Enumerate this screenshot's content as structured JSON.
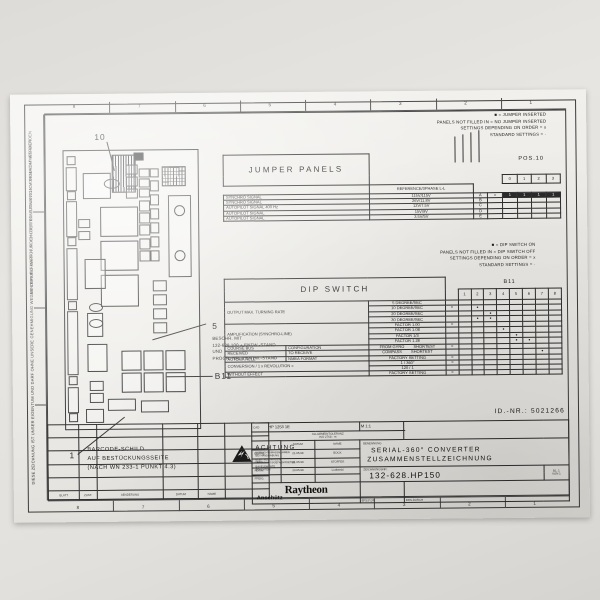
{
  "document": {
    "type": "engineering-assembly-drawing",
    "id_number": "ID.-NR.: 5021266"
  },
  "frame": {
    "top_ticks": [
      "8",
      "7",
      "6",
      "5",
      "4",
      "3",
      "2",
      "1"
    ],
    "bottom_ticks": [
      "8",
      "7",
      "6",
      "5",
      "4",
      "3",
      "2",
      "1"
    ],
    "left_ticks": [
      "D",
      "C",
      "B",
      "A"
    ],
    "vertical_note_upper": "AENDERUNG DARF NUR VON DER KONSTRUKTION VORGENOMMEN WERDEN",
    "vertical_note_lower": "DIESE ZEICHNUNG IST UNSER EIGENTUM UND DARF OHNE UNSERE GENEHMIGUNG WEDER VERVIELFAELTIGT NOCH DRITTEN ZUGAENGLICH GEMACHT WERDEN"
  },
  "pcb": {
    "callout_10": "10",
    "callout_5": "5",
    "callout_b11": "B11",
    "callout_1": "1",
    "label_5_note": [
      "BESCHR. MIT",
      "132-628.100 + ENTW.-STAND",
      "UND",
      "PROGR.-NR. + ENTW.-STAND"
    ]
  },
  "jumper_notes": {
    "lines": [
      "■ = JUMPER INSERTED",
      "PANELS NOT FILLED IN = NO JUMPER INSERTED",
      "SETTINGS DEPENDING ON ORDER = x",
      "STANDARD SETTINGS = ·"
    ]
  },
  "jumper_table": {
    "title": "JUMPER PANELS",
    "pos_label": "POS.10",
    "ref_header": "REFERENCE/3PHASE  L-L",
    "col_headers": [
      "0",
      "1",
      "2",
      "3"
    ],
    "rows": [
      {
        "name": "SYNCHRO SIGNAL",
        "ref": "115V/115V",
        "key": "A",
        "mark": "=",
        "cells": [
          "1",
          "1",
          "1",
          "1"
        ]
      },
      {
        "name": "SYNCHRO SIGNAL",
        "ref": "26V/11.8V",
        "key": "B",
        "mark": "",
        "cells": [
          "",
          "",
          "",
          ""
        ]
      },
      {
        "name": "AUTOPILOT SIGNAL  400 Hz",
        "ref": "12V/7.5V",
        "key": "C",
        "mark": "",
        "cells": [
          "",
          "",
          "",
          ""
        ]
      },
      {
        "name": "AUTOPILOT SIGNAL",
        "ref": "15V/9V",
        "key": "D",
        "mark": "",
        "cells": [
          "",
          "",
          "",
          ""
        ]
      },
      {
        "name": "AUTOPILOT SIGNAL",
        "ref": "3.5V/5V",
        "key": "E",
        "mark": "",
        "cells": [
          "",
          "",
          "",
          ""
        ]
      }
    ]
  },
  "dip_notes": {
    "lines": [
      "■ = DIP SWITCH ON",
      "PANELS NOT FILLED IN = DIP SWITCH OFF",
      "SETTINGS DEPENDING ON ORDER = x",
      "STANDARD SETTINGS = ·"
    ]
  },
  "dip_table": {
    "title": "DIP SWITCH",
    "block_label": "B11",
    "col_headers": [
      "1",
      "2",
      "3",
      "4",
      "5",
      "6",
      "7",
      "8"
    ],
    "groups": [
      {
        "label": "OUTPUT MAX. TURNING RATE",
        "rows": [
          {
            "value": "5 DEGREE/SEC",
            "mark": "",
            "dots": []
          },
          {
            "value": "10 DEGREE/SEC",
            "mark": "=",
            "dots": [
              2
            ]
          },
          {
            "value": "20 DEGREE/SEC",
            "mark": "",
            "dots": [
              3
            ]
          },
          {
            "value": "30 DEGREE/SEC",
            "mark": "",
            "dots": [
              2,
              3
            ]
          }
        ]
      },
      {
        "label": "AMPLIFICATION (SYNCHRO-LINE)",
        "rows": [
          {
            "value": "FACTOR 1.00",
            "mark": "=",
            "dots": []
          },
          {
            "value": "FACTOR 1.08",
            "mark": "",
            "dots": [
              4
            ]
          },
          {
            "value": "FACTOR 1/3",
            "mark": "",
            "dots": [
              5
            ]
          },
          {
            "value": "FACTOR 1.28",
            "mark": "",
            "dots": [
              5,
              6
            ]
          }
        ]
      },
      {
        "label": "COURSE BUS",
        "label2": "CONFIGURATION",
        "rows": [
          {
            "col1": "COURSE BUS",
            "col2": "CONFIGURATION",
            "sub1": "FROM GYRO",
            "sub2": "SHORTEST",
            "mark": "=",
            "dots": []
          },
          {
            "col1": "RECEIVED",
            "col2": "TO RECEIVE",
            "sub1": "COMPASS",
            "sub2": "SHORTEST",
            "mark": "",
            "dots": [
              7
            ]
          },
          {
            "col1": "AUTOMATICLE",
            "col2": "NMEA FORMAT",
            "sub1": "FACTORY SETTING",
            "sub2": "",
            "mark": "=",
            "dots": []
          }
        ]
      },
      {
        "label": "CONVERSION /    1 x REVOLUTION =",
        "rows": [
          {
            "value": "1  /  360°",
            "mark": "=",
            "dots": []
          },
          {
            "value": "120  /  1",
            "mark": "",
            "dots": []
          }
        ]
      },
      {
        "label": "WITHOUT EFFECT",
        "rows": [
          {
            "value": "FACTORY SETTING",
            "mark": "=",
            "dots": []
          }
        ]
      }
    ]
  },
  "barcode_note": {
    "lines": [
      "BARCODE-SCHILD",
      "AUF BESTÜCKUNGSSEITE",
      "(NACH WN 233-1 PUNKT 4.3)"
    ]
  },
  "achtung": {
    "title": "ACHTUNG",
    "body": [
      "VORSICHTSMASSNAHMEN",
      "BEI HANDHABUNG",
      "ELEKTROSTATISCH",
      "ENTLADUNGSGEFAEHRDETER",
      "BAUELEMENTE",
      "BEACHTEN!"
    ]
  },
  "title_block": {
    "cad_label": "CAD",
    "cad_value": "HP 1253 1E",
    "scale_label": "M 1:1",
    "tolerance_label": "ALLGEMEINTOLERANZ",
    "tolerance_value": "ISO 2768 - m",
    "col_date": "DATUM",
    "col_name": "NAME",
    "rows": [
      {
        "role": "BEARB.",
        "date": "21.05.98",
        "name": "BOCK"
      },
      {
        "role": "GEPR.",
        "date": "21.05.98",
        "name": "STOFFER"
      },
      {
        "role": "NORM",
        "date": "20.05.98",
        "name": "Ludowski"
      },
      {
        "role": "FREIG.",
        "date": "",
        "name": ""
      }
    ],
    "brand": "Raytheon",
    "brand_sub": "Anschütz",
    "benennung_label": "BENENNUNG",
    "benennung_line1": "SERIAL-360° CONVERTER",
    "benennung_line2": "ZUSAMMENSTELLZEICHNUNG",
    "zeichnungsnr_label": "ZEICHNUNGSNR.",
    "zeichnungsnr": "132-628.HP150",
    "ersatz_fuer": "ERS.F.ÜR",
    "ers_durch": "ERS.DURCH",
    "blatt_label": "BL. 1",
    "von_label": "VON 1",
    "rev_headers": [
      "BLATT",
      "ZUST.",
      "AENDERUNG",
      "DATUM",
      "NAME"
    ]
  }
}
